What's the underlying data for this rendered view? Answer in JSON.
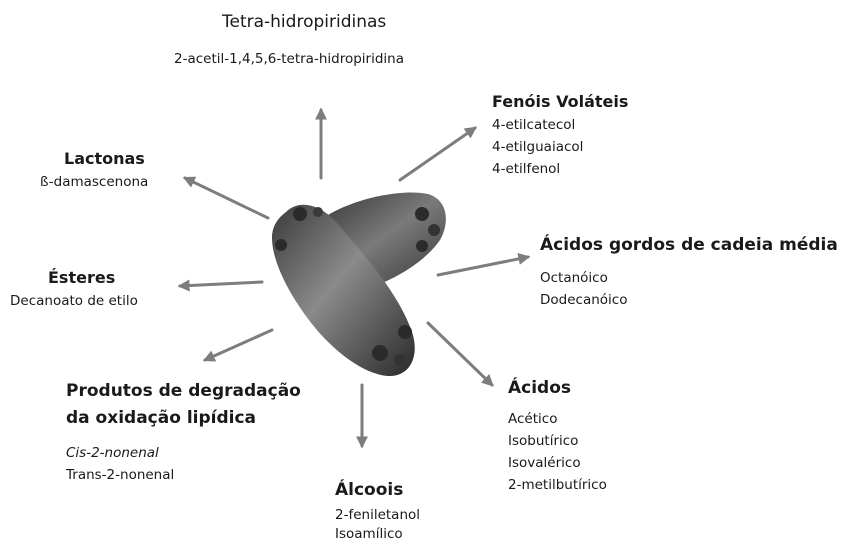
{
  "groups": {
    "tetra": {
      "title": "Tetra-hidropiridinas",
      "items": [
        "2-acetil-1,4,5,6-tetra-hidropiridina"
      ]
    },
    "fenois": {
      "title": "Fenóis Voláteis",
      "items": [
        "4-etilcatecol",
        "4-etilguaiacol",
        "4-etilfenol"
      ]
    },
    "lactonas": {
      "title": "Lactonas",
      "items": [
        "ß-damascenona"
      ]
    },
    "acidos_gordos": {
      "title": "Ácidos gordos de cadeia média",
      "items": [
        "Octanóico",
        "Dodecanóico"
      ]
    },
    "esteres": {
      "title": "Ésteres",
      "items": [
        "Decanoato de etilo"
      ]
    },
    "degradacao": {
      "title_line1": "Produtos de degradação",
      "title_line2": "da oxidação lipídica",
      "items": [
        "Cis-2-nonenal",
        "Trans-2-nonenal"
      ]
    },
    "acidos": {
      "title": "Ácidos",
      "items": [
        "Acético",
        "Isobutírico",
        "Isovalérico",
        "2-metilbutírico"
      ]
    },
    "alcoois": {
      "title": "Álcoois",
      "items": [
        "2-feniletanol",
        "Isoamílico"
      ]
    }
  },
  "colors": {
    "arrow": "#7d7d7d",
    "cell_dark": "#2b2b2b",
    "cell_mid": "#6e6e6e",
    "text": "#1a1a1a"
  }
}
